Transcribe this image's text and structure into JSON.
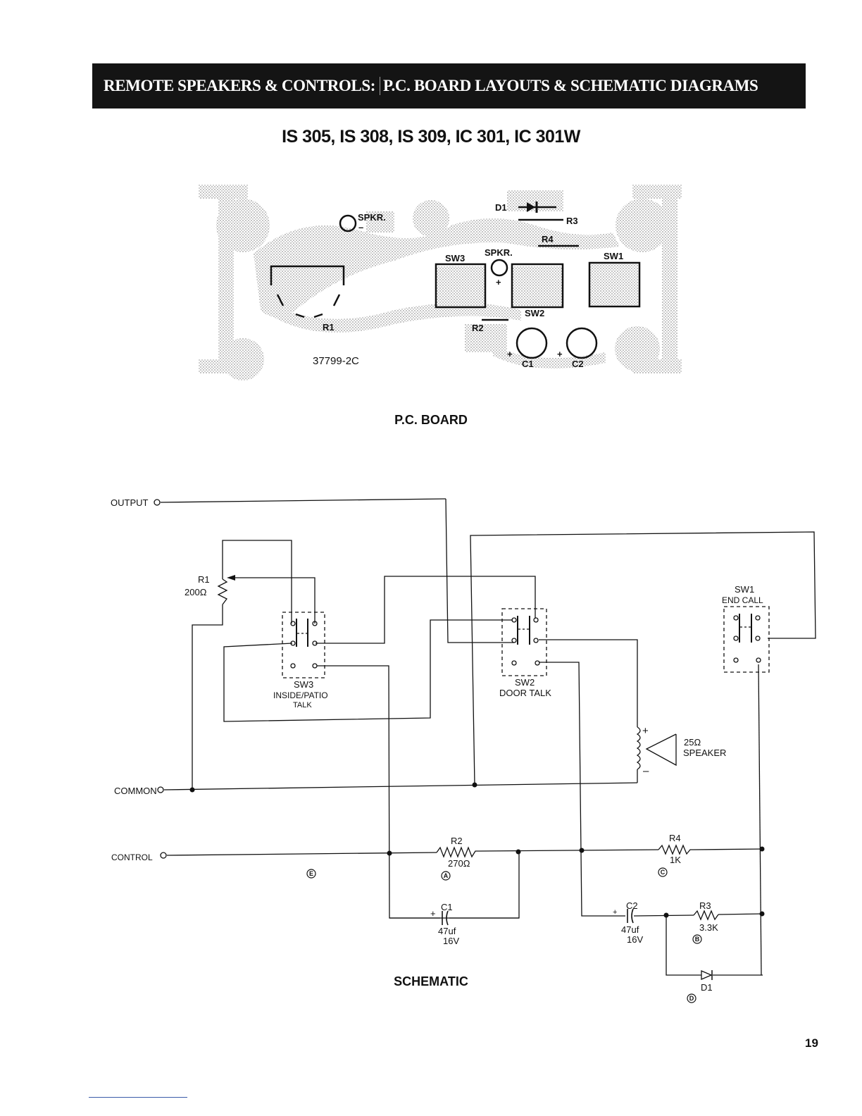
{
  "header": {
    "banner_left": "REMOTE SPEAKERS & CONTROLS:",
    "banner_right": "P.C. BOARD LAYOUTS & SCHEMATIC DIAGRAMS",
    "models": "IS 305, IS 308, IS 309, IC 301, IC 301W"
  },
  "pcb": {
    "caption": "P.C. BOARD",
    "labels": {
      "spkr_minus": "SPKR.",
      "minus": "–",
      "spkr_plus": "SPKR.",
      "plus": "+",
      "d1": "D1",
      "r3": "R3",
      "r4": "R4",
      "sw1": "SW1",
      "sw2": "SW2",
      "sw3": "SW3",
      "r1": "R1",
      "r2": "R2",
      "c1": "C1",
      "c2": "C2",
      "c1_plus": "+",
      "c2_plus": "+",
      "board_number": "37799-2C"
    }
  },
  "schematic": {
    "caption": "SCHEMATIC",
    "terminals": {
      "output": "OUTPUT",
      "common": "COMMON",
      "control": "CONTROL"
    },
    "components": {
      "r1_ref": "R1",
      "r1_val": "200Ω",
      "sw3_ref": "SW3",
      "sw3_desc1": "INSIDE/PATIO",
      "sw3_desc2": "TALK",
      "sw2_ref": "SW2",
      "sw2_desc": "DOOR TALK",
      "sw1_ref": "SW1",
      "sw1_desc": "END CALL",
      "speaker_val": "25Ω",
      "speaker_label": "SPEAKER",
      "speaker_plus": "+",
      "speaker_minus": "–",
      "r2_ref": "R2",
      "r2_val": "270Ω",
      "r4_ref": "R4",
      "r4_val": "1K",
      "c1_ref": "C1",
      "c1_val1": "47uf",
      "c1_val2": "16V",
      "c1_plus": "+",
      "c2_ref": "C2",
      "c2_val1": "47uf",
      "c2_val2": "16V",
      "c2_plus": "+",
      "r3_ref": "R3",
      "r3_val": "3.3K",
      "d1_ref": "D1"
    },
    "test_points": {
      "a": "A",
      "b": "B",
      "c": "C",
      "d": "D",
      "e": "E"
    }
  },
  "page_number": "19"
}
